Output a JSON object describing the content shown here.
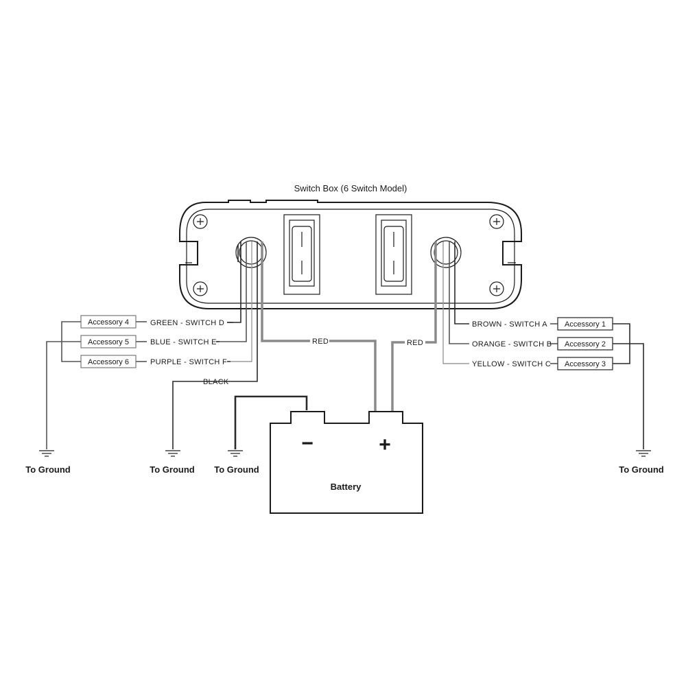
{
  "title": "Switch Box (6 Switch Model)",
  "left_wires": [
    {
      "label": "GREEN - SWITCH D",
      "accessory": "Accessory 4"
    },
    {
      "label": "BLUE - SWITCH E",
      "accessory": "Accessory 5"
    },
    {
      "label": "PURPLE - SWITCH F",
      "accessory": "Accessory 6"
    }
  ],
  "black_label": "BLACK",
  "right_wires": [
    {
      "label": "BROWN - SWITCH A",
      "accessory": "Accessory 1"
    },
    {
      "label": "ORANGE - SWITCH B",
      "accessory": "Accessory 2"
    },
    {
      "label": "YELLOW - SWITCH C",
      "accessory": "Accessory 3"
    }
  ],
  "red_label_left": "RED",
  "red_label_right": "RED",
  "battery": {
    "label": "Battery",
    "negative": "−",
    "positive": "+"
  },
  "ground_labels": [
    "To Ground",
    "To Ground",
    "To Ground",
    "To Ground"
  ]
}
